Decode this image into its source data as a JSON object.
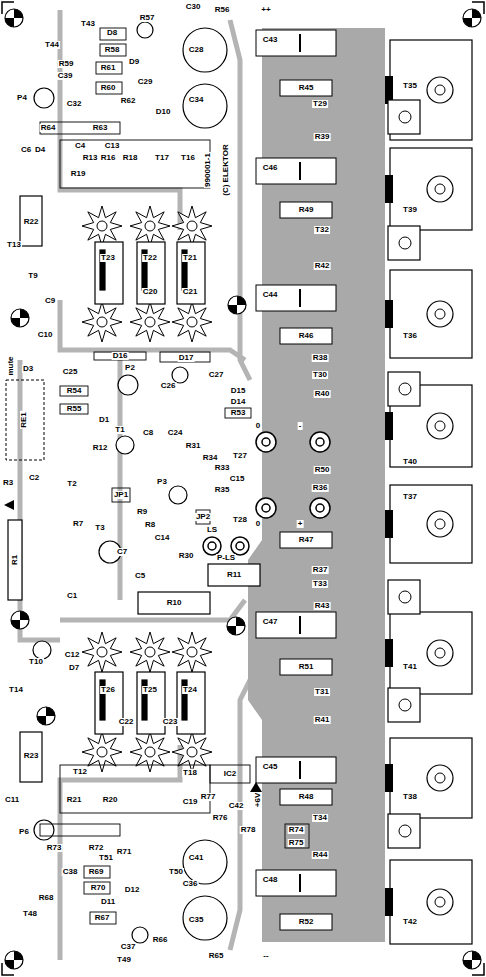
{
  "diagram": {
    "labels": [
      "C30",
      "R56",
      "++",
      "T43",
      "R57",
      "D8",
      "T44",
      "R58",
      "C28",
      "R59",
      "D9",
      "C39",
      "R61",
      "C29",
      "R60",
      "P4",
      "R62",
      "C32",
      "C34",
      "D10",
      "R64",
      "R63",
      "C6",
      "D4",
      "C4",
      "C13",
      "R13",
      "R16",
      "R18",
      "T17",
      "T16",
      "R19",
      "990001-1",
      "(C) ELEKTOR",
      "R22",
      "T13",
      "T9",
      "C9",
      "C10",
      "T23",
      "T22",
      "T21",
      "C20",
      "C21",
      "D16",
      "D17",
      "mute",
      "D3",
      "RE1",
      "C25",
      "P2",
      "C26",
      "C27",
      "D15",
      "D14",
      "R53",
      "R54",
      "R55",
      "D1",
      "T1",
      "C8",
      "C24",
      "R12",
      "R31",
      "R34",
      "R33",
      "C15",
      "R35",
      "P3",
      "T27",
      "T28",
      "R3",
      "C2",
      "R1",
      "T2",
      "JP1",
      "R9",
      "R8",
      "C14",
      "JP2",
      "R7",
      "T3",
      "C7",
      "R30",
      "LS",
      "P-LS",
      "C5",
      "R11",
      "R10",
      "C1",
      "0",
      "-",
      "0",
      "+",
      "C43",
      "R45",
      "T35",
      "T29",
      "R39",
      "C46",
      "R49",
      "T39",
      "T32",
      "R42",
      "C44",
      "R46",
      "T36",
      "R38",
      "T30",
      "R40",
      "R50",
      "T40",
      "R36",
      "T37",
      "R47",
      "R37",
      "T33",
      "R43",
      "C47",
      "R51",
      "T41",
      "T31",
      "R41",
      "C45",
      "R48",
      "T38",
      "T34",
      "R44",
      "C48",
      "R52",
      "T42",
      "T10",
      "C12",
      "D7",
      "T14",
      "T26",
      "T25",
      "T24",
      "C22",
      "C23",
      "R23",
      "T12",
      "R21",
      "C11",
      "R20",
      "T18",
      "C19",
      "IC2",
      "+6V",
      "R77",
      "R76",
      "C42",
      "R78",
      "R74",
      "R75",
      "P6",
      "R73",
      "R72",
      "T51",
      "R71",
      "C41",
      "T50",
      "C36",
      "R69",
      "R70",
      "C38",
      "R68",
      "D11",
      "D12",
      "T48",
      "R67",
      "C35",
      "C37",
      "R66",
      "T49",
      "R65",
      "--"
    ]
  }
}
